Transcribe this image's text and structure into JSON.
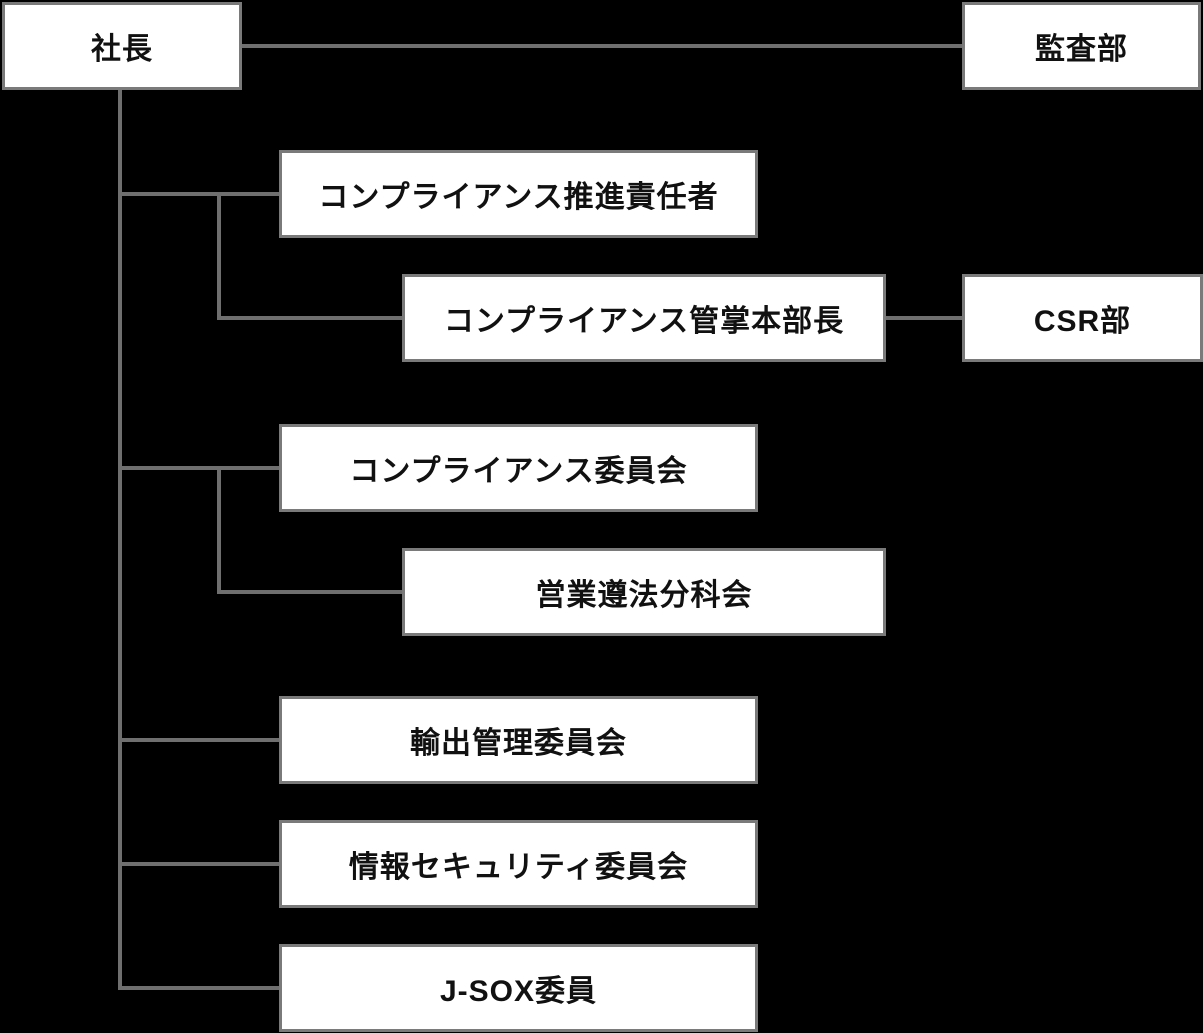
{
  "diagram": {
    "type": "org-chart",
    "colors": {
      "background": "#000000",
      "node_fill": "#ffffff",
      "node_border": "#7a7a7a",
      "connector": "#6f6f6f",
      "text": "#111111"
    },
    "nodes": {
      "president": {
        "label": "社長"
      },
      "audit_department": {
        "label": "監査部"
      },
      "compliance_promotion_officer": {
        "label": "コンプライアンス推進責任者"
      },
      "compliance_general_manager": {
        "label": "コンプライアンス管掌本部長"
      },
      "csr_department": {
        "label": "CSR部"
      },
      "compliance_committee": {
        "label": "コンプライアンス委員会"
      },
      "sales_compliance_subcommittee": {
        "label": "営業遵法分科会"
      },
      "export_control_committee": {
        "label": "輸出管理委員会"
      },
      "information_security_committee": {
        "label": "情報セキュリティ委員会"
      },
      "jsox_members": {
        "label": "J-SOX委員"
      }
    },
    "edges": [
      {
        "from": "president",
        "to": "audit_department"
      },
      {
        "from": "president",
        "to": "compliance_promotion_officer"
      },
      {
        "from": "compliance_promotion_officer",
        "to": "compliance_general_manager"
      },
      {
        "from": "compliance_general_manager",
        "to": "csr_department"
      },
      {
        "from": "president",
        "to": "compliance_committee"
      },
      {
        "from": "compliance_committee",
        "to": "sales_compliance_subcommittee"
      },
      {
        "from": "president",
        "to": "export_control_committee"
      },
      {
        "from": "president",
        "to": "information_security_committee"
      },
      {
        "from": "president",
        "to": "jsox_members"
      }
    ]
  }
}
